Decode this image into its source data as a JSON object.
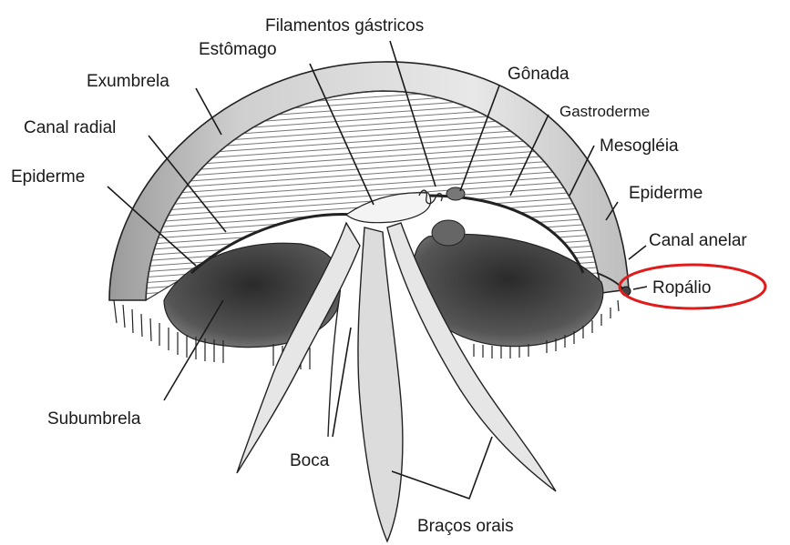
{
  "diagram": {
    "labels": {
      "filamentos": "Filamentos gástricos",
      "estomago": "Estômago",
      "exumbrela": "Exumbrela",
      "gonada": "Gônada",
      "gastroderme": "Gastroderme",
      "canal_radial": "Canal radial",
      "mesogleia": "Mesogléia",
      "epiderme_left": "Epiderme",
      "epiderme_right": "Epiderme",
      "canal_anelar": "Canal anelar",
      "ropalio": "Ropálio",
      "subumbrela": "Subumbrela",
      "boca": "Boca",
      "bracos_orais": "Braços orais"
    },
    "highlight": {
      "target": "ropalio",
      "color": "#e01b1b"
    }
  }
}
